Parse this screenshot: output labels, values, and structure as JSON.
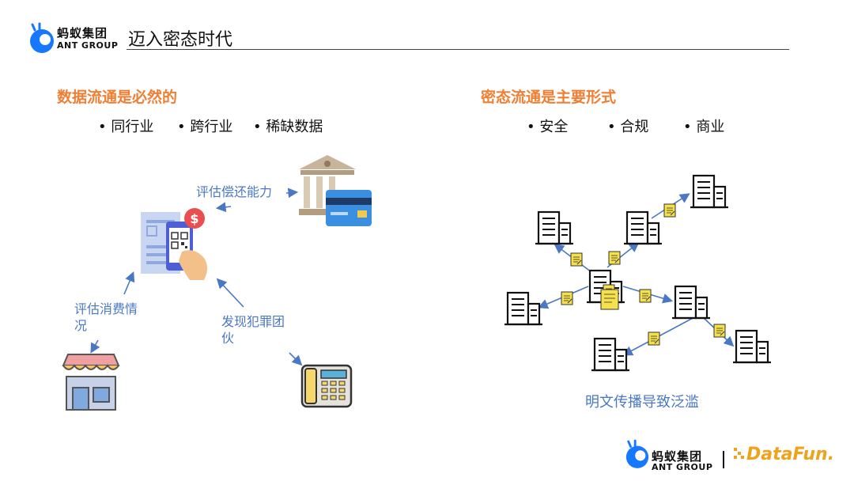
{
  "header": {
    "logo_cn": "蚂蚁集团",
    "logo_en": "ANT GROUP",
    "title": "迈入密态时代"
  },
  "left": {
    "heading": "数据流通是必然的",
    "bullets": [
      "同行业",
      "跨行业",
      "稀缺数据"
    ],
    "labels": {
      "repay": "评估偿还能力",
      "consume_1": "评估消费情",
      "consume_2": "况",
      "fraud_1": "发现犯罪团",
      "fraud_2": "伙"
    },
    "icons": [
      "phone-qr-payment-icon",
      "bank-icon",
      "credit-card-icon",
      "store-icon",
      "telephone-icon"
    ]
  },
  "right": {
    "heading": "密态流通是主要形式",
    "bullets": [
      "安全",
      "合规",
      "商业"
    ],
    "caption": "明文传播导致泛滥",
    "icons": [
      "building-icon",
      "document-icon"
    ]
  },
  "footer": {
    "logo_cn": "蚂蚁集团",
    "logo_en": "ANT GROUP",
    "partner": "DataFun."
  },
  "colors": {
    "accent_orange": "#ee7f33",
    "label_blue": "#4a78c4",
    "arrow_blue": "#4a78c4",
    "doc_yellow": "#f6e04b"
  }
}
